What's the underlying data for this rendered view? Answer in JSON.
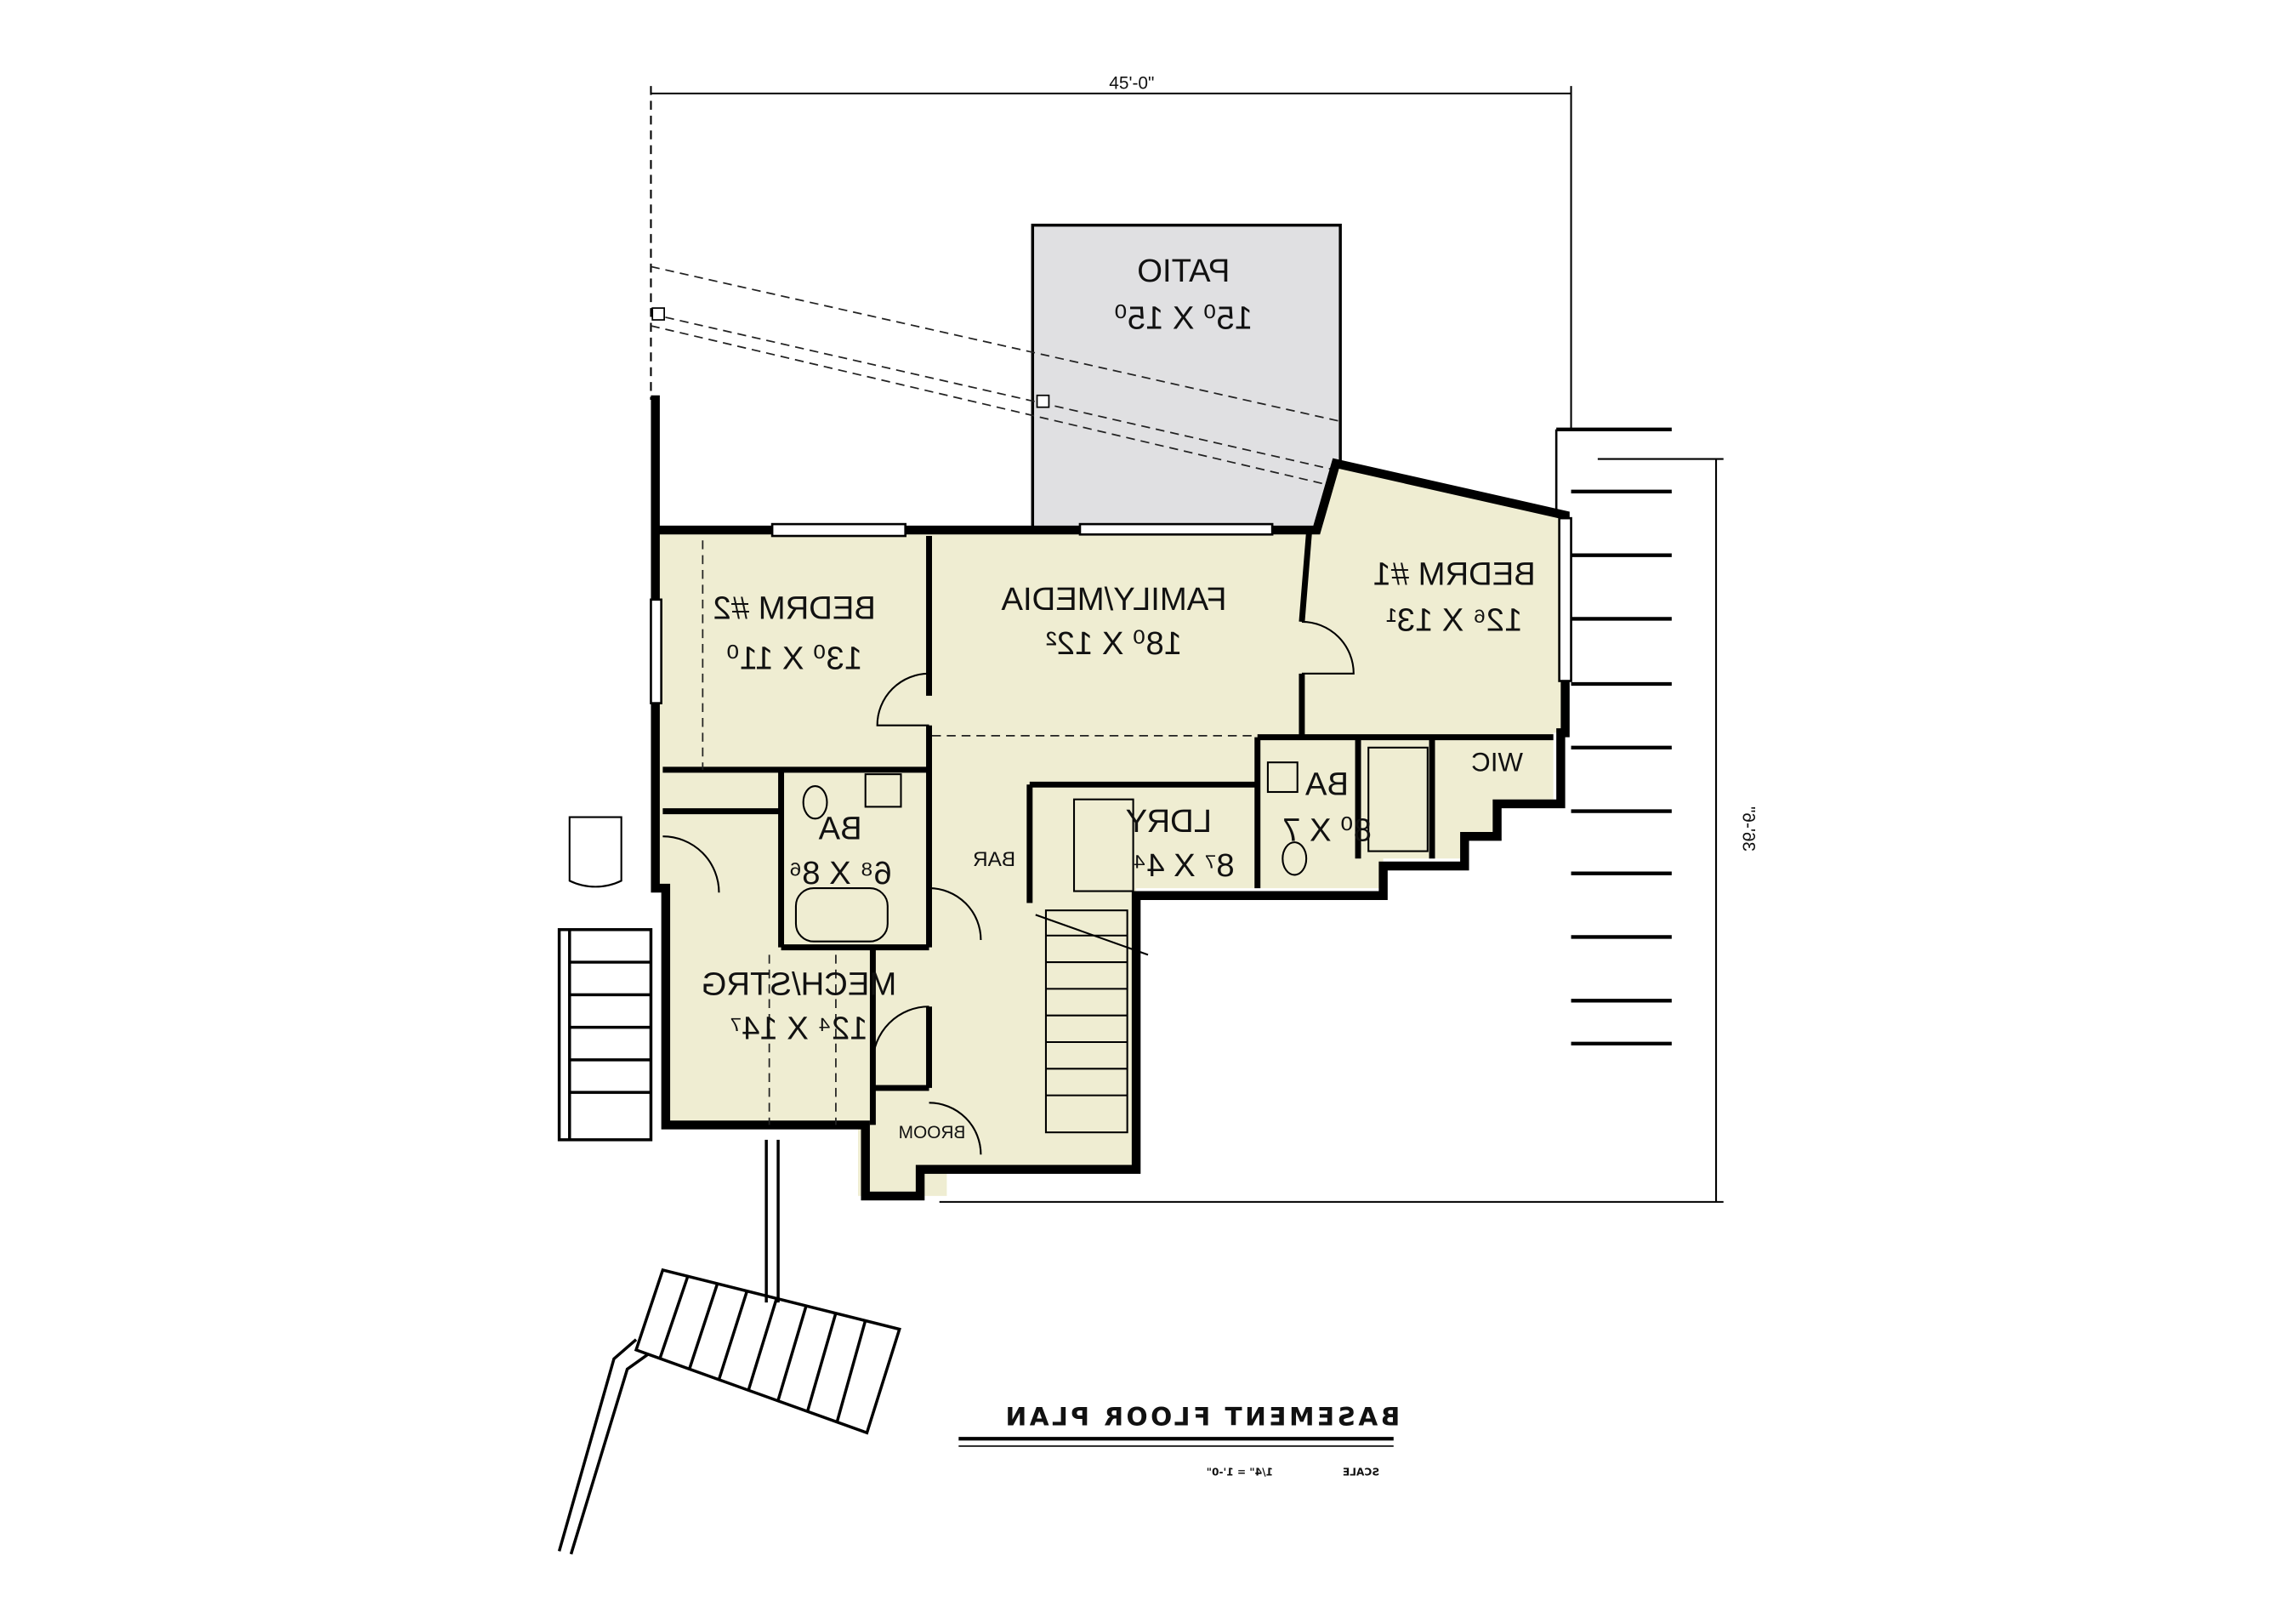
{
  "plan": {
    "title": "BASEMENT FLOOR PLAN",
    "scale_label": "SCALE",
    "scale_value": "1/4\" = 1'-0\"",
    "mirrored": true,
    "overall_width": "45'-0\"",
    "overall_depth": "36'-6\"",
    "colors": {
      "interior": "#efedd2",
      "patio": "#e0e0e2",
      "walls": "#000000"
    }
  },
  "rooms": [
    {
      "id": "patio",
      "name": "PATIO",
      "size": "15⁰ X 15⁰"
    },
    {
      "id": "bedrm2",
      "name": "BEDRM #2",
      "size": "13⁰ X 11⁰"
    },
    {
      "id": "family",
      "name": "FAMILY/MEDIA",
      "size": "18⁰ X 12²"
    },
    {
      "id": "bedrm1",
      "name": "BEDRM #1",
      "size": "12⁶ X 13¹"
    },
    {
      "id": "wic",
      "name": "WIC",
      "size": ""
    },
    {
      "id": "ba_right",
      "name": "BA",
      "size": "8⁰ X 7"
    },
    {
      "id": "ldry",
      "name": "LDRY",
      "size": "8⁷ X 4⁴"
    },
    {
      "id": "ba_left",
      "name": "BA",
      "size": "6⁸ X 8⁶"
    },
    {
      "id": "bar",
      "name": "BAR",
      "size": ""
    },
    {
      "id": "mech",
      "name": "MECH/STRG",
      "size": "12⁴ X 14⁷"
    },
    {
      "id": "broom",
      "name": "BROOM",
      "size": ""
    }
  ]
}
